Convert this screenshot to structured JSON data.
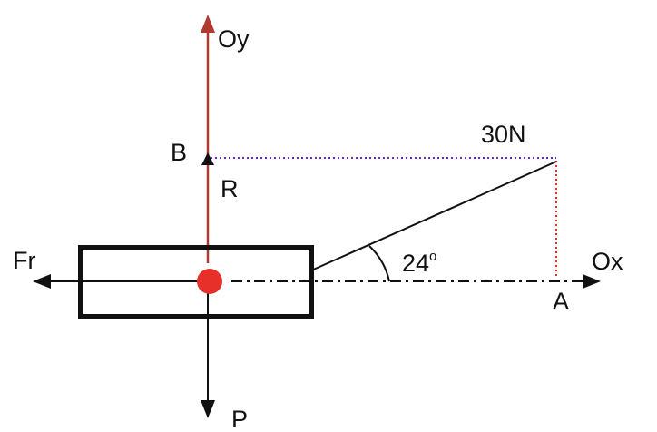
{
  "labels": {
    "oy": "Oy",
    "ox": "Ox",
    "b": "B",
    "r": "R",
    "force": "30N",
    "fr": "Fr",
    "angle_value": "24",
    "angle_degree": "o",
    "a": "A",
    "p": "P"
  },
  "colors": {
    "oy_axis": "#b03a2e",
    "horizontal_projection": "#5b2bd6",
    "vertical_projection": "#e0322b",
    "body_point": "#e8302a",
    "ink": "#111111"
  }
}
